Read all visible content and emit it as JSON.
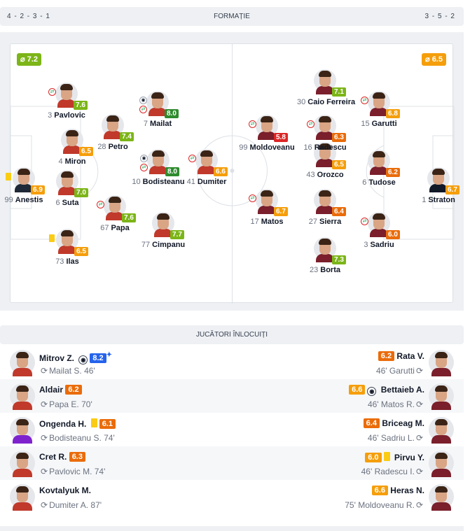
{
  "header": {
    "home_formation": "4 - 2 - 3 - 1",
    "title": "FORMAȚIE",
    "away_formation": "3 - 5 - 2"
  },
  "pitch": {
    "home_avg": "⌀ 7.2",
    "away_avg": "⌀ 6.5",
    "home_avg_color": "#7cb518",
    "away_avg_color": "#f59e0b"
  },
  "players": [
    {
      "num": "99",
      "name": "Anestis",
      "rating": "6.9",
      "color": "c-orange",
      "events": [
        "yellow"
      ]
    },
    {
      "num": "3",
      "name": "Pavlovic",
      "rating": "7.6",
      "color": "c-green",
      "events": [
        "swap"
      ]
    },
    {
      "num": "4",
      "name": "Miron",
      "rating": "6.5",
      "color": "c-orange",
      "events": []
    },
    {
      "num": "6",
      "name": "Suta",
      "rating": "7.0",
      "color": "c-green",
      "events": []
    },
    {
      "num": "73",
      "name": "Ilas",
      "rating": "6.5",
      "color": "c-orange",
      "events": [
        "yellow"
      ]
    },
    {
      "num": "28",
      "name": "Petro",
      "rating": "7.4",
      "color": "c-green",
      "events": []
    },
    {
      "num": "67",
      "name": "Papa",
      "rating": "7.6",
      "color": "c-green",
      "events": [
        "swap"
      ]
    },
    {
      "num": "7",
      "name": "Mailat",
      "rating": "8.0",
      "color": "c-dgreen",
      "events": [
        "ball",
        "swap"
      ]
    },
    {
      "num": "10",
      "name": "Bodisteanu",
      "rating": "8.0",
      "color": "c-dgreen",
      "events": [
        "ball",
        "swap"
      ]
    },
    {
      "num": "77",
      "name": "Cimpanu",
      "rating": "7.7",
      "color": "c-green",
      "events": []
    },
    {
      "num": "41",
      "name": "Dumiter",
      "rating": "6.6",
      "color": "c-orange",
      "events": [
        "swap"
      ]
    },
    {
      "num": "30",
      "name": "Caio Ferreira",
      "rating": "7.1",
      "color": "c-green",
      "events": []
    },
    {
      "num": "99",
      "name": "Moldoveanu",
      "rating": "5.8",
      "color": "c-red",
      "events": [
        "swap"
      ]
    },
    {
      "num": "43",
      "name": "Orozco",
      "rating": "6.5",
      "color": "c-orange",
      "events": []
    },
    {
      "num": "17",
      "name": "Matos",
      "rating": "6.7",
      "color": "c-orange",
      "events": [
        "swap"
      ]
    },
    {
      "num": "16",
      "name": "Radescu",
      "rating": "6.3",
      "color": "c-dorange",
      "events": [
        "swap"
      ]
    },
    {
      "num": "27",
      "name": "Sierra",
      "rating": "6.4",
      "color": "c-dorange",
      "events": []
    },
    {
      "num": "23",
      "name": "Borta",
      "rating": "7.3",
      "color": "c-green",
      "events": []
    },
    {
      "num": "15",
      "name": "Garutti",
      "rating": "6.8",
      "color": "c-orange",
      "events": [
        "swap"
      ]
    },
    {
      "num": "6",
      "name": "Tudose",
      "rating": "6.2",
      "color": "c-dorange",
      "events": []
    },
    {
      "num": "3",
      "name": "Sadriu",
      "rating": "6.0",
      "color": "c-dorange",
      "events": [
        "swap"
      ]
    },
    {
      "num": "1",
      "name": "Straton",
      "rating": "6.7",
      "color": "c-orange",
      "events": []
    }
  ],
  "subs": {
    "title": "JUCĂTORI ÎNLOCUIȚI",
    "rows": [
      {
        "left": {
          "name": "Mitrov Z.",
          "rating": "8.2",
          "color": "c-blue",
          "icons": [
            "ball"
          ],
          "star": "✦",
          "out": "Mailat S. 46'"
        },
        "right": {
          "name": "Rata V.",
          "rating": "6.2",
          "color": "c-dorange",
          "icons": [],
          "out": "46' Garutti"
        }
      },
      {
        "left": {
          "name": "Aldair",
          "rating": "6.2",
          "color": "c-dorange",
          "icons": [],
          "out": "Papa E. 70'"
        },
        "right": {
          "name": "Bettaieb A.",
          "rating": "6.6",
          "color": "c-orange",
          "icons": [
            "ball"
          ],
          "out": "46' Matos R."
        }
      },
      {
        "left": {
          "name": "Ongenda H.",
          "rating": "6.1",
          "color": "c-dorange",
          "icons": [
            "yellow"
          ],
          "out": "Bodisteanu S. 74'"
        },
        "right": {
          "name": "Briceag M.",
          "rating": "6.4",
          "color": "c-dorange",
          "icons": [],
          "out": "46' Sadriu L."
        }
      },
      {
        "left": {
          "name": "Cret R.",
          "rating": "6.3",
          "color": "c-dorange",
          "icons": [],
          "out": "Pavlovic M. 74'"
        },
        "right": {
          "name": "Pirvu Y.",
          "rating": "6.0",
          "color": "c-orange",
          "icons": [
            "yellow"
          ],
          "out": "46' Radescu I."
        }
      },
      {
        "left": {
          "name": "Kovtalyuk M.",
          "rating": "",
          "color": "",
          "icons": [],
          "out": "Dumiter A. 87'"
        },
        "right": {
          "name": "Heras N.",
          "rating": "6.6",
          "color": "c-orange",
          "icons": [],
          "out": "75' Moldoveanu R."
        }
      }
    ]
  }
}
